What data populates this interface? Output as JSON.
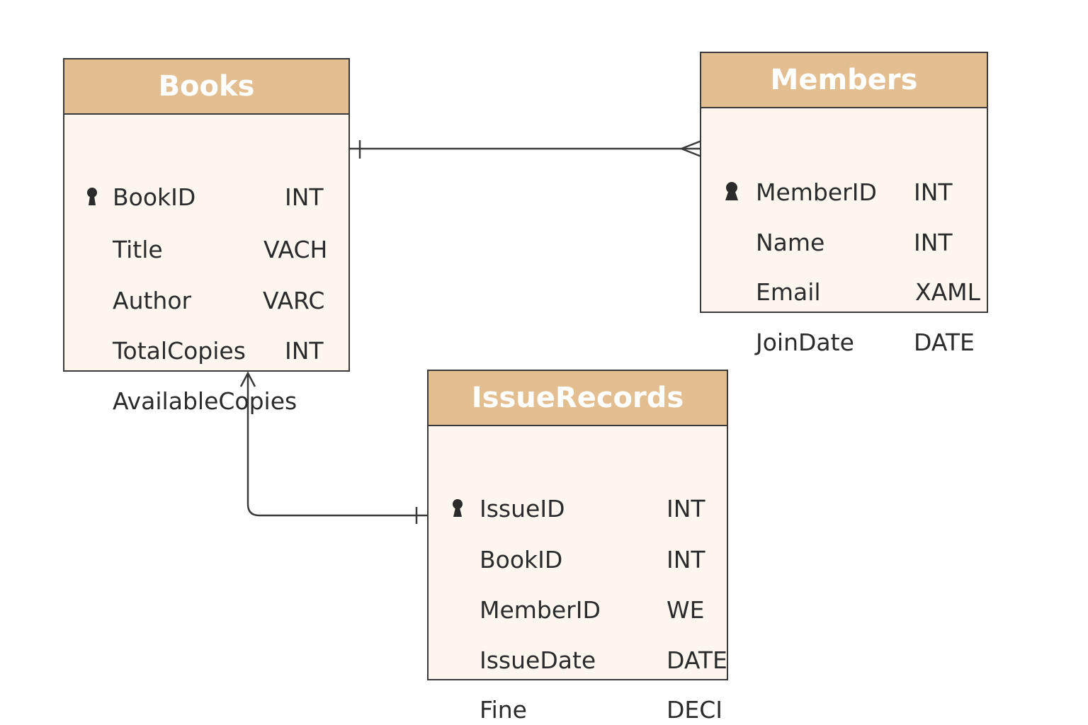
{
  "colors": {
    "header_fill": "#e2be90",
    "body_fill": "#fdf6ef",
    "border": "#3a3a3a",
    "header_text": "#ffffff",
    "text": "#2b2b2b"
  },
  "entities": {
    "books": {
      "title": "Books",
      "rows": [
        {
          "name": "BookID",
          "type": "INT",
          "key_icon": "primary-key-icon"
        },
        {
          "name": "Title",
          "type": "VACH"
        },
        {
          "name": "Author",
          "type": "VARC"
        },
        {
          "name": "TotalCopies",
          "type": "INT"
        },
        {
          "name": "AvailableCopies",
          "type": ""
        }
      ]
    },
    "members": {
      "title": "Members",
      "rows": [
        {
          "name": "MemberID",
          "type": "INT",
          "key_icon": "primary-key-icon"
        },
        {
          "name": "Name",
          "type": "INT"
        },
        {
          "name": "Email",
          "type": "XAML"
        },
        {
          "name": "JoinDate",
          "type": "DATE"
        }
      ]
    },
    "issuerecords": {
      "title": "IssueRecords",
      "rows": [
        {
          "name": "IssueID",
          "type": "INT",
          "key_icon": "primary-key-icon"
        },
        {
          "name": "BookID",
          "type": "INT"
        },
        {
          "name": "MemberID",
          "type": "WE"
        },
        {
          "name": "IssueDate",
          "type": "DATE"
        },
        {
          "name": "Fine",
          "type": "DECI"
        }
      ]
    }
  },
  "relationships": [
    {
      "from": "Books",
      "to": "Members",
      "from_end": "one",
      "to_end": "many"
    },
    {
      "from": "IssueRecords",
      "to": "Books",
      "from_end": "one",
      "to_end": "arrow"
    }
  ]
}
